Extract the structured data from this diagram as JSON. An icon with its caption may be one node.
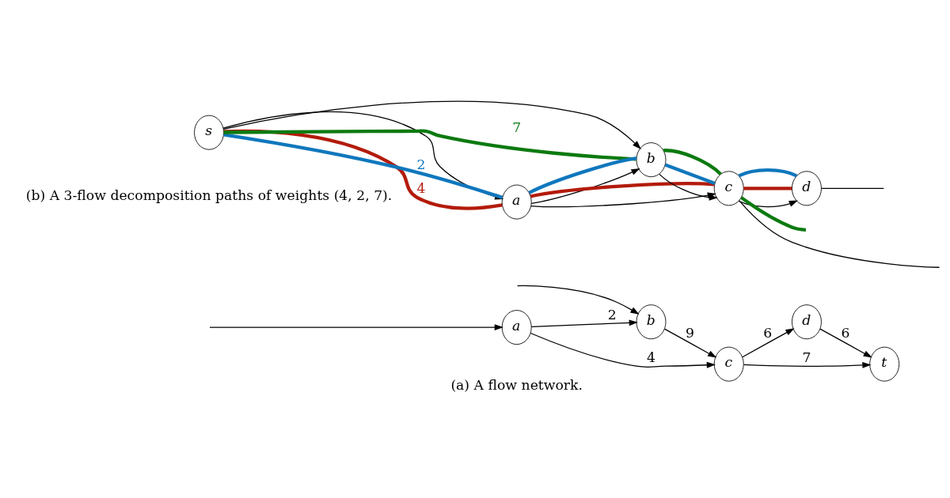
{
  "diagram": {
    "nodes": [
      {
        "text": [
          "a"
        ]
      },
      {
        "text": [
          "b"
        ]
      },
      {
        "text": [
          "c"
        ]
      },
      {
        "text": [
          "d"
        ]
      },
      {
        "text": [
          "t"
        ]
      },
      {
        "text": [
          "s"
        ]
      },
      {
        "text": [
          "a"
        ]
      },
      {
        "text": [
          "b"
        ]
      },
      {
        "text": [
          "c"
        ]
      },
      {
        "text": [
          "d"
        ]
      }
    ],
    "edges": [
      {
        "from": null,
        "to": 0,
        "arrow": "to"
      },
      {
        "from": null,
        "to": 1,
        "arrow": "to"
      },
      {
        "from": 0,
        "to": 2,
        "arrow": "to",
        "label": "4"
      },
      {
        "from": 0,
        "to": 1,
        "arrow": "to",
        "label": "2"
      },
      {
        "from": 1,
        "to": 2,
        "arrow": "to",
        "label": "9"
      },
      {
        "from": 2,
        "to": 3,
        "arrow": "to",
        "label": "6"
      },
      {
        "from": 3,
        "to": 4,
        "arrow": "to",
        "label": "6"
      },
      {
        "from": 2,
        "to": 4,
        "arrow": "to",
        "label": "7"
      },
      {
        "from": 5,
        "to": 6,
        "arrow": "to"
      },
      {
        "from": 5,
        "to": 7,
        "arrow": "to"
      },
      {
        "from": 6,
        "to": 8,
        "arrow": "to"
      },
      {
        "from": 6,
        "to": 7,
        "arrow": "to"
      },
      {
        "from": 7,
        "to": 8,
        "arrow": "to"
      },
      {
        "from": 8,
        "to": 9,
        "arrow": "to"
      },
      {
        "from": 8,
        "to": null,
        "arrow": "none"
      },
      {
        "from": 9,
        "to": null,
        "arrow": "none"
      },
      {
        "from": 5,
        "to": 6,
        "arrow": "none",
        "style": "thick",
        "color": "#b31b0b",
        "label": "4"
      },
      {
        "from": 6,
        "to": 8,
        "arrow": "none",
        "style": "thick",
        "color": "#b31b0b"
      },
      {
        "from": 8,
        "to": 9,
        "arrow": "none",
        "style": "thick",
        "color": "#b31b0b"
      },
      {
        "from": 5,
        "to": 6,
        "arrow": "none",
        "style": "thick",
        "color": "#0f77bd",
        "label": "2"
      },
      {
        "from": 6,
        "to": 7,
        "arrow": "none",
        "style": "thick",
        "color": "#0f77bd"
      },
      {
        "from": 7,
        "to": 8,
        "arrow": "none",
        "style": "thick",
        "color": "#0f77bd"
      },
      {
        "from": 8,
        "to": 9,
        "arrow": "none",
        "style": "thick",
        "color": "#0f77bd"
      },
      {
        "from": 5,
        "to": 7,
        "arrow": "none",
        "style": "thick",
        "color": "#0c7a10",
        "label": "7"
      },
      {
        "from": 7,
        "to": 8,
        "arrow": "none",
        "style": "thick",
        "color": "#0c7a10"
      },
      {
        "from": 8,
        "to": null,
        "arrow": "none",
        "style": "thick",
        "color": "#0c7a10"
      }
    ],
    "labels": [
      "(a) A flow network.",
      "(b) A 3-flow decomposition paths of weights (4, 2, 7)."
    ]
  }
}
